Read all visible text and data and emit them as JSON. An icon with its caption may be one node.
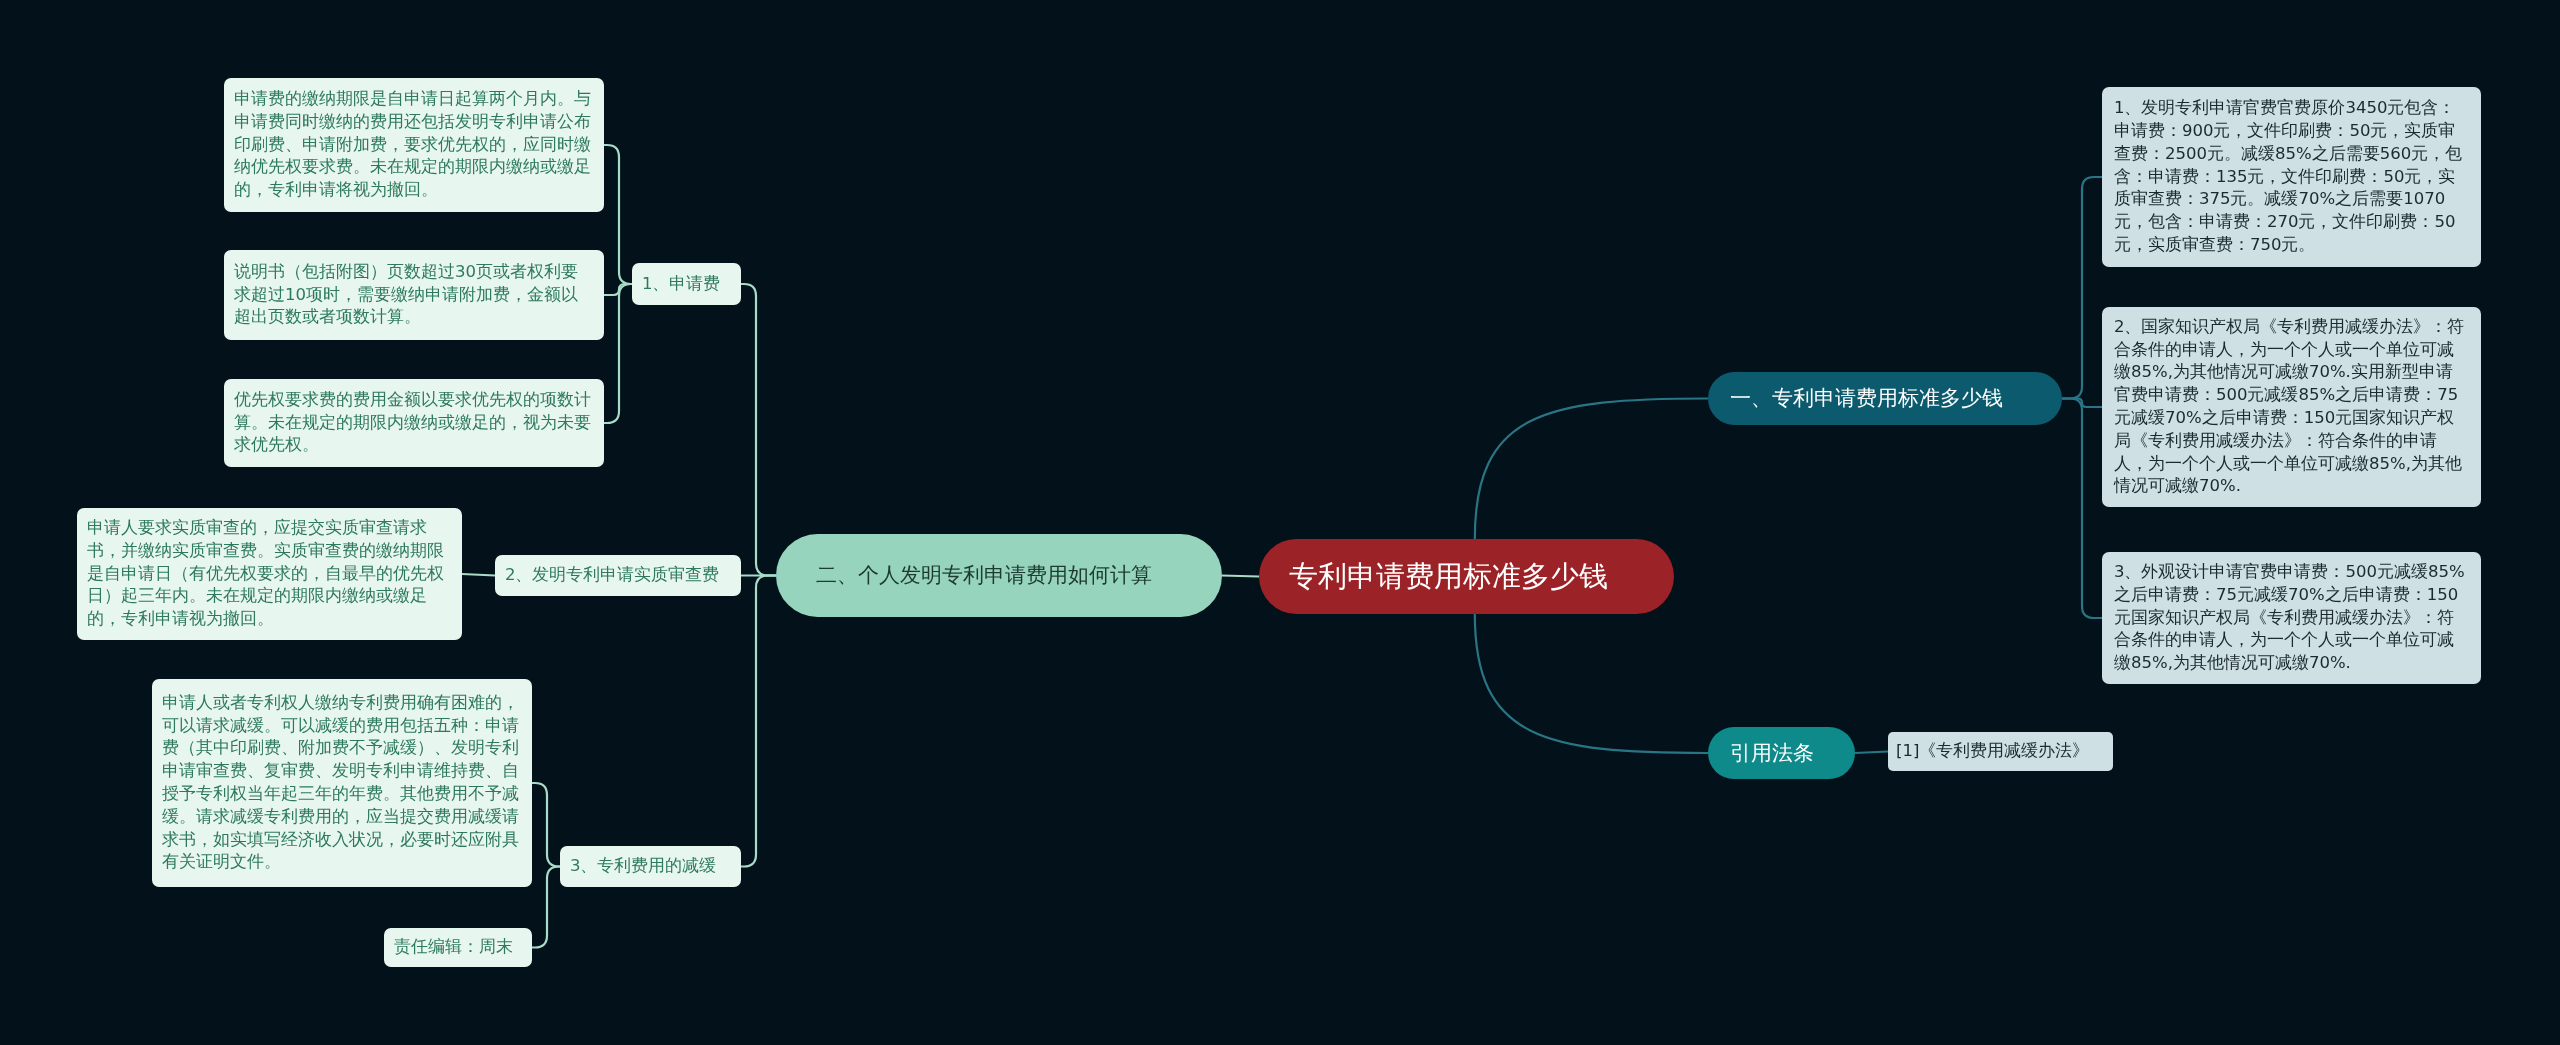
{
  "diagram": {
    "nodes": [
      {
        "text": [
          "专利申请费用标准多少钱"
        ]
      },
      {
        "text": [
          "一、专利申请费用标准多少钱"
        ]
      },
      {
        "text": [
          "1、发明专利申请官费官费原价3450元包含：申请费：900元，文件印刷费：50元，实质审查费：2500元。减缓85%之后需要560元，包含：申请费：135元，文件印刷费：50元，实质审查费：375元。减缓70%之后需要1070元，包含：申请费：270元，文件印刷费：50元，实质审查费：750元。"
        ]
      },
      {
        "text": [
          "2、国家知识产权局《专利费用减缓办法》：符合条件的申请人，为一个个人或一个单位可减缴85%,为其他情况可减缴70%.实用新型申请官费申请费：500元减缓85%之后申请费：75元减缓70%之后申请费：150元国家知识产权局《专利费用减缓办法》：符合条件的申请人，为一个个人或一个单位可减缴85%,为其他情况可减缴70%."
        ]
      },
      {
        "text": [
          "3、外观设计申请官费申请费：500元减缓85%之后申请费：75元减缓70%之后申请费：150元国家知识产权局《专利费用减缓办法》：符合条件的申请人，为一个个人或一个单位可减缴85%,为其他情况可减缴70%."
        ]
      },
      {
        "text": [
          "引用法条"
        ]
      },
      {
        "text": [
          "[1]《专利费用减缓办法》"
        ]
      },
      {
        "text": [
          "二、个人发明专利申请费用如何计算"
        ]
      },
      {
        "text": [
          "1、申请费"
        ]
      },
      {
        "text": [
          "申请费的缴纳期限是自申请日起算两个月内。与申请费同时缴纳的费用还包括发明专利申请公布印刷费、申请附加费，要求优先权的，应同时缴纳优先权要求费。未在规定的期限内缴纳或缴足的，专利申请将视为撤回。"
        ]
      },
      {
        "text": [
          "说明书（包括附图）页数超过30页或者权利要求超过10项时，需要缴纳申请附加费，金额以超出页数或者项数计算。"
        ]
      },
      {
        "text": [
          "优先权要求费的费用金额以要求优先权的项数计算。未在规定的期限内缴纳或缴足的，视为未要求优先权。"
        ]
      },
      {
        "text": [
          "2、发明专利申请实质审查费"
        ]
      },
      {
        "text": [
          "申请人要求实质审查的，应提交实质审查请求书，并缴纳实质审查费。实质审查费的缴纳期限是自申请日（有优先权要求的，自最早的优先权日）起三年内。未在规定的期限内缴纳或缴足的，专利申请视为撤回。"
        ]
      },
      {
        "text": [
          "3、专利费用的减缓"
        ]
      },
      {
        "text": [
          "申请人或者专利权人缴纳专利费用确有困难的，可以请求减缓。可以减缓的费用包括五种：申请费（其中印刷费、附加费不予减缓）、发明专利申请审查费、复审费、发明专利申请维持费、自授予专利权当年起三年的年费。其他费用不予减缓。请求减缓专利费用的，应当提交费用减缓请求书，如实填写经济收入状况，必要时还应附具有关证明文件。"
        ]
      },
      {
        "text": [
          "责任编辑：周末"
        ]
      }
    ],
    "edges": [
      {
        "from": 0,
        "to": 1,
        "arrow": "none",
        "color": "#2a7585"
      },
      {
        "from": 1,
        "to": 2,
        "arrow": "none",
        "color": "#2a7585"
      },
      {
        "from": 1,
        "to": 3,
        "arrow": "none",
        "color": "#2a7585"
      },
      {
        "from": 1,
        "to": 4,
        "arrow": "none",
        "color": "#2a7585"
      },
      {
        "from": 0,
        "to": 5,
        "arrow": "none",
        "color": "#2a7585"
      },
      {
        "from": 5,
        "to": 6,
        "arrow": "none",
        "color": "#2a7585"
      },
      {
        "from": 0,
        "to": 7,
        "arrow": "none"
      },
      {
        "from": 7,
        "to": 8,
        "arrow": "none"
      },
      {
        "from": 8,
        "to": 9,
        "arrow": "none"
      },
      {
        "from": 8,
        "to": 10,
        "arrow": "none"
      },
      {
        "from": 8,
        "to": 11,
        "arrow": "none"
      },
      {
        "from": 7,
        "to": 12,
        "arrow": "none"
      },
      {
        "from": 12,
        "to": 13,
        "arrow": "none"
      },
      {
        "from": 7,
        "to": 14,
        "arrow": "none"
      },
      {
        "from": 14,
        "to": 15,
        "arrow": "none"
      },
      {
        "from": 14,
        "to": 16,
        "arrow": "none"
      }
    ]
  }
}
